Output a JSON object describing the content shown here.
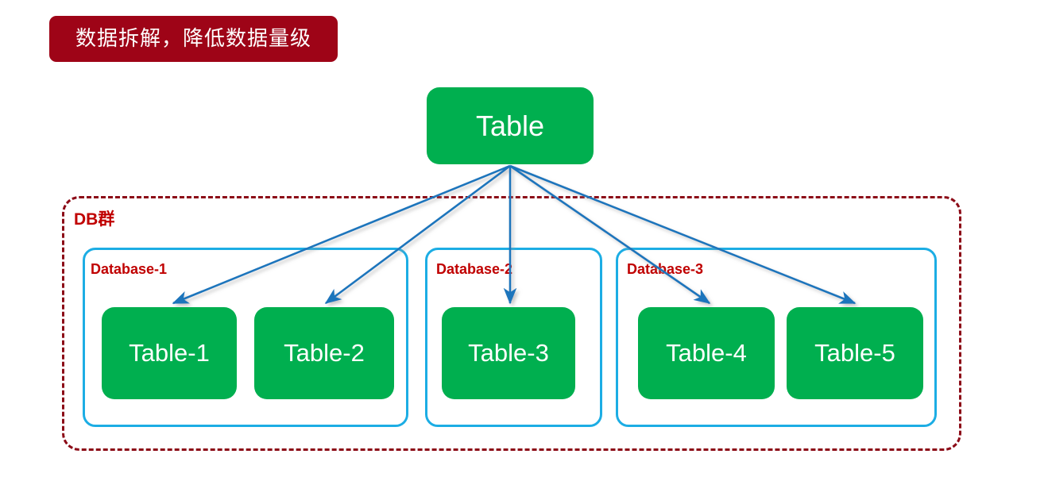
{
  "banner": {
    "text": "数据拆解，降低数据量级",
    "background_color": "#9E0417",
    "text_color": "#FFFFFF"
  },
  "diagram": {
    "type": "tree-sharding-diagram",
    "colors": {
      "table_box_fill": "#00AF4F",
      "table_box_text": "#FFFFFF",
      "db_group_border": "#8C0B17",
      "database_border": "#1CADE4",
      "label_red": "#C00000",
      "arrow": "#1F75BC"
    },
    "root": {
      "label": "Table"
    },
    "group": {
      "label": "DB群"
    },
    "databases": [
      {
        "label": "Database-1",
        "tables": [
          {
            "label": "Table-1"
          },
          {
            "label": "Table-2"
          }
        ]
      },
      {
        "label": "Database-2",
        "tables": [
          {
            "label": "Table-3"
          }
        ]
      },
      {
        "label": "Database-3",
        "tables": [
          {
            "label": "Table-4"
          },
          {
            "label": "Table-5"
          }
        ]
      }
    ],
    "arrows": [
      {
        "from": "Table",
        "to": "Table-1"
      },
      {
        "from": "Table",
        "to": "Table-2"
      },
      {
        "from": "Table",
        "to": "Table-3"
      },
      {
        "from": "Table",
        "to": "Table-4"
      },
      {
        "from": "Table",
        "to": "Table-5"
      }
    ]
  }
}
